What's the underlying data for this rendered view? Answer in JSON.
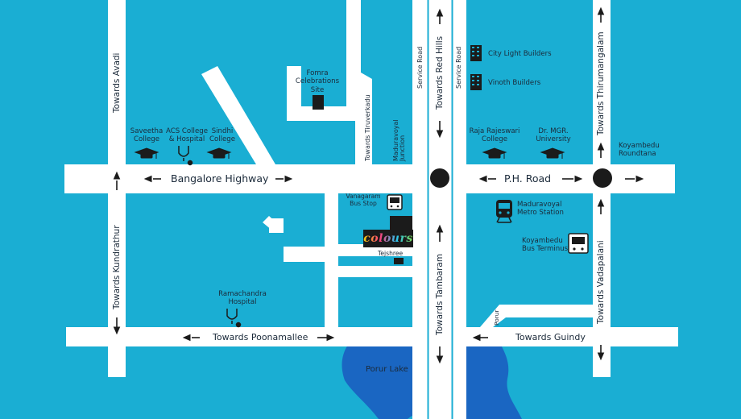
{
  "roads": {
    "bangalore_highway": "Bangalore Highway",
    "ph_road": "P.H. Road",
    "towards_poonamallee": "Towards Poonamallee",
    "towards_guindy": "Towards Guindy",
    "towards_avadi": "Towards Avadi",
    "towards_kundrathur": "Towards Kundrathur",
    "towards_red_hills": "Towards Red Hills",
    "towards_tambaram": "Towards Tambaram",
    "towards_thirumangalam": "Towards Thirumangalam",
    "towards_vadapalani": "Towards Vadapalani",
    "towards_tiruverkadu": "Towards Tiruverkadu",
    "service_road_1": "Service Road",
    "service_road_2": "Service Road",
    "porur_road": "Porur"
  },
  "landmarks": {
    "fomra_line1": "Fomra",
    "fomra_line2": "Celebrations",
    "fomra_line3": "Site",
    "saveetha_line1": "Saveetha",
    "saveetha_line2": "College",
    "acs_line1": "ACS College",
    "acs_line2": "& Hospital",
    "sindhi_line1": "Sindhi",
    "sindhi_line2": "College",
    "maduravoyal_junction_line1": "Maduravoyal",
    "maduravoyal_junction_line2": "Junction",
    "vanagaram_line1": "Vanagaram",
    "vanagaram_line2": "Bus Stop",
    "colours_logo": "colours",
    "tejshree": "Tejshree",
    "ramachandra_line1": "Ramachandra",
    "ramachandra_line2": "Hospital",
    "porur_lake": "Porur Lake",
    "city_light": "City Light Builders",
    "vinoth": "Vinoth Builders",
    "raja_line1": "Raja Rajeswari",
    "raja_line2": "College",
    "mgr_line1": "Dr. MGR.",
    "mgr_line2": "University",
    "koyambedu_rt_line1": "Koyambedu",
    "koyambedu_rt_line2": "Roundtana",
    "metro_line1": "Maduravoyal",
    "metro_line2": "Metro Station",
    "cmbt_line1": "Koyambedu",
    "cmbt_line2": "Bus Terminus"
  },
  "colors": {
    "background": "#1aaed3",
    "road": "#ffffff",
    "lake": "#1a66c2",
    "junction": "#1b1b1b",
    "text": "#1b2a3a"
  },
  "icons": [
    "graduation-cap-icon",
    "stethoscope-icon",
    "bus-icon",
    "metro-train-icon",
    "building-icon",
    "junction-dot-icon",
    "arrow-icon"
  ]
}
